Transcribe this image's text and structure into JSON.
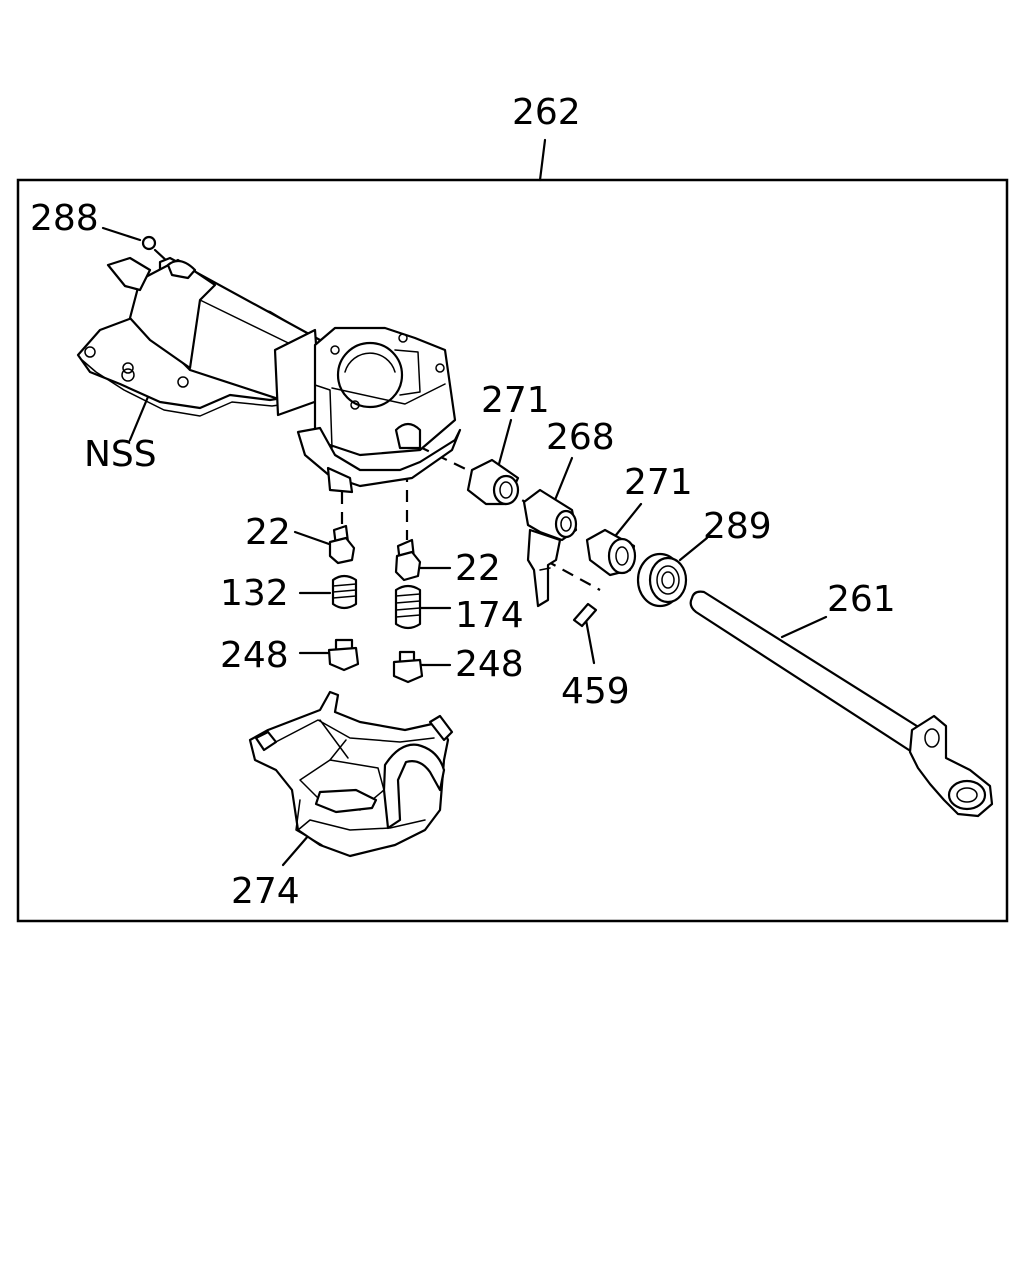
{
  "diagram": {
    "callouts": [
      {
        "id": "assembly",
        "label": "262"
      },
      {
        "id": "bolt",
        "label": "288"
      },
      {
        "id": "housing",
        "label": "NSS"
      },
      {
        "id": "bushing-upper",
        "label": "271"
      },
      {
        "id": "lever",
        "label": "268"
      },
      {
        "id": "bushing-lower",
        "label": "271"
      },
      {
        "id": "bearing",
        "label": "289"
      },
      {
        "id": "shaft",
        "label": "261"
      },
      {
        "id": "plunger-left",
        "label": "22"
      },
      {
        "id": "plunger-right",
        "label": "22"
      },
      {
        "id": "spring-left",
        "label": "132"
      },
      {
        "id": "spring-right",
        "label": "174"
      },
      {
        "id": "plug-left",
        "label": "248"
      },
      {
        "id": "plug-right",
        "label": "248"
      },
      {
        "id": "pin",
        "label": "459"
      },
      {
        "id": "cover",
        "label": "274"
      }
    ]
  }
}
